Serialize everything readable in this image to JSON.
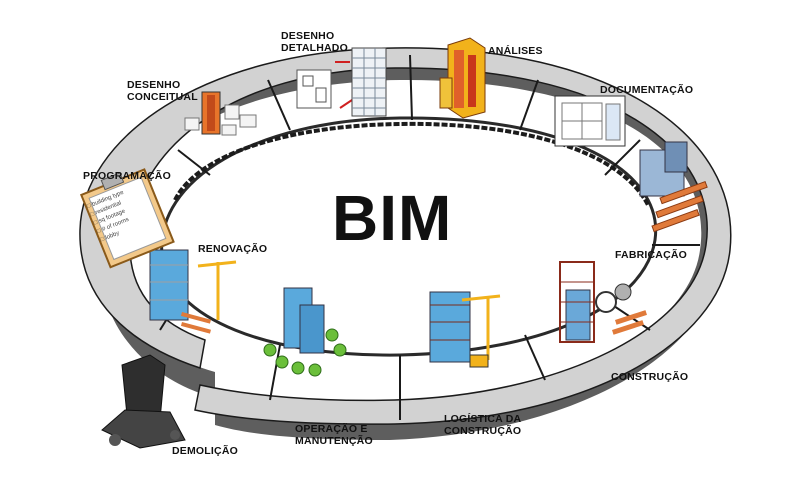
{
  "diagram": {
    "title": "BIM",
    "stages": [
      {
        "id": "desenho-detalhado",
        "label": "DESENHO\nDETALHADO"
      },
      {
        "id": "analises",
        "label": "ANÁLISES"
      },
      {
        "id": "documentacao",
        "label": "DOCUMENTAÇÃO"
      },
      {
        "id": "fabricacao",
        "label": "FABRICAÇÃO"
      },
      {
        "id": "construcao",
        "label": "CONSTRUÇÃO"
      },
      {
        "id": "logistica",
        "label": "LOGÍSTICA DA\nCONSTRUÇÃO"
      },
      {
        "id": "operacao",
        "label": "OPERAÇÃO E\nMANUTENÇÃO"
      },
      {
        "id": "demolicao",
        "label": "DEMOLIÇÃO"
      },
      {
        "id": "renovacao",
        "label": "RENOVAÇÃO"
      },
      {
        "id": "programacao",
        "label": "PROGRAMAÇÃO"
      },
      {
        "id": "desenho-conceitual",
        "label": "DESENHO\nCONCEITUAL"
      }
    ],
    "checklist_lines": [
      "□ building type",
      "□ residential",
      "□ sq footage",
      "□ # of rooms",
      "□ lobby"
    ],
    "colors": {
      "ring_top": "#cfcfcf",
      "ring_side": "#6b6b6b",
      "ring_dark": "#2b2b2b",
      "accent_orange": "#e8742a",
      "accent_yellow": "#f2b21b",
      "building_blue": "#5aa9dc"
    }
  }
}
